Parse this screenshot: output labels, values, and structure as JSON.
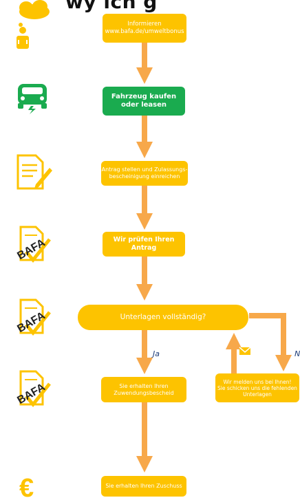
{
  "header": {
    "title_fragment": "wy ich g"
  },
  "steps": {
    "inform": {
      "line1": "Informieren",
      "line2": "www.bafa.de/umweltbonus"
    },
    "buy": {
      "line1": "Fahrzeug kaufen",
      "line2": "oder leasen"
    },
    "apply": {
      "line1": "Antrag stellen und Zulassungs-",
      "line2": "bescheinigung einreichen"
    },
    "review": {
      "text": "Wir prüfen Ihren Antrag"
    },
    "complete": {
      "text": "Unterlagen vollständig?"
    },
    "notice": {
      "line1": "Sie erhalten Ihren",
      "line2": "Zuwendungsbescheid"
    },
    "missing": {
      "line1": "Wir melden uns bei Ihnen!",
      "line2": "Sie schicken uns die fehlenden",
      "line3": "Unterlagen"
    },
    "grant": {
      "text": "Sie erhalten Ihren Zuschuss"
    }
  },
  "branch_labels": {
    "yes": "Ja",
    "no": "N"
  },
  "icons": {
    "badge_text": "BAFA",
    "euro_symbol": "€",
    "names": [
      "person-thinking-icon",
      "electric-car-icon",
      "document-pen-icon",
      "bafa-document-icon",
      "euro-icon",
      "envelope-icon"
    ]
  },
  "colors": {
    "yellow": "#fdc300",
    "green": "#1aab4f",
    "arrow": "#f7a84a",
    "label_blue": "#1a3a78"
  }
}
